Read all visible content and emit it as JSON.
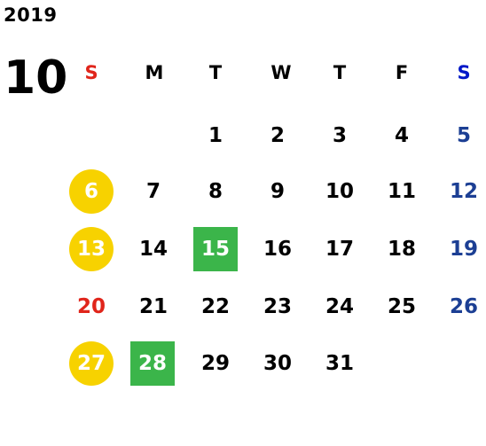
{
  "calendar": {
    "year": "2019",
    "month": "10",
    "weekdays": [
      "S",
      "M",
      "T",
      "W",
      "T",
      "F",
      "S"
    ],
    "weekday_colors": {
      "sunday": "#e0251b",
      "saturday": "#0018c8",
      "weekday": "#000000"
    },
    "highlight_colors": {
      "circle": "#f7d200",
      "square": "#3bb54a",
      "saturday_date": "#1c3f94",
      "sunday_date": "#e0251b"
    },
    "weeks": [
      [
        "",
        "",
        "1",
        "2",
        "3",
        "4",
        "5"
      ],
      [
        "6",
        "7",
        "8",
        "9",
        "10",
        "11",
        "12"
      ],
      [
        "13",
        "14",
        "15",
        "16",
        "17",
        "18",
        "19"
      ],
      [
        "20",
        "21",
        "22",
        "23",
        "24",
        "25",
        "26"
      ],
      [
        "27",
        "28",
        "29",
        "30",
        "31",
        "",
        ""
      ]
    ]
  }
}
